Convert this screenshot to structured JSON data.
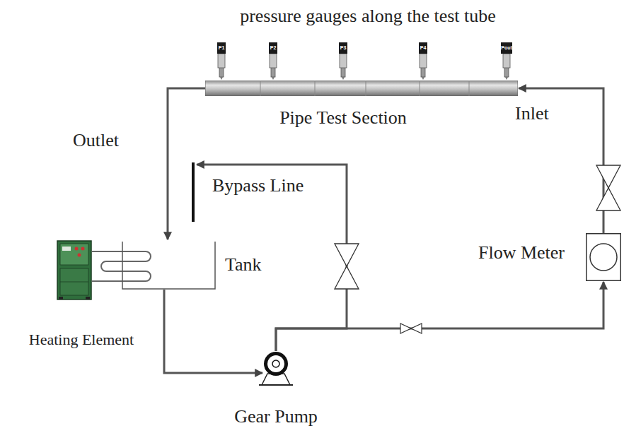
{
  "diagram": {
    "title": "pressure gauges along the test tube",
    "nodes": [
      {
        "text": [
          "Pipe Test Section"
        ]
      },
      {
        "text": [
          "Flow Meter"
        ]
      },
      {
        "text": [
          "Tank"
        ]
      },
      {
        "text": [
          "Heating Element"
        ]
      },
      {
        "text": [
          "Gear Pump"
        ]
      }
    ],
    "edges": [
      {
        "from": 0,
        "to": 2,
        "arrow": "to",
        "label": "Outlet"
      },
      {
        "from": 2,
        "to": 4,
        "arrow": "to"
      },
      {
        "from": 4,
        "to": 1,
        "arrow": "to"
      },
      {
        "from": 1,
        "to": 0,
        "arrow": "to",
        "label": "Inlet"
      },
      {
        "from": 4,
        "to": 2,
        "arrow": "to",
        "label": "Bypass Line"
      },
      {
        "from": 3,
        "to": 2,
        "arrow": "none"
      }
    ],
    "labels": [
      "P1",
      "P2",
      "P3",
      "P4",
      "Pout"
    ]
  }
}
